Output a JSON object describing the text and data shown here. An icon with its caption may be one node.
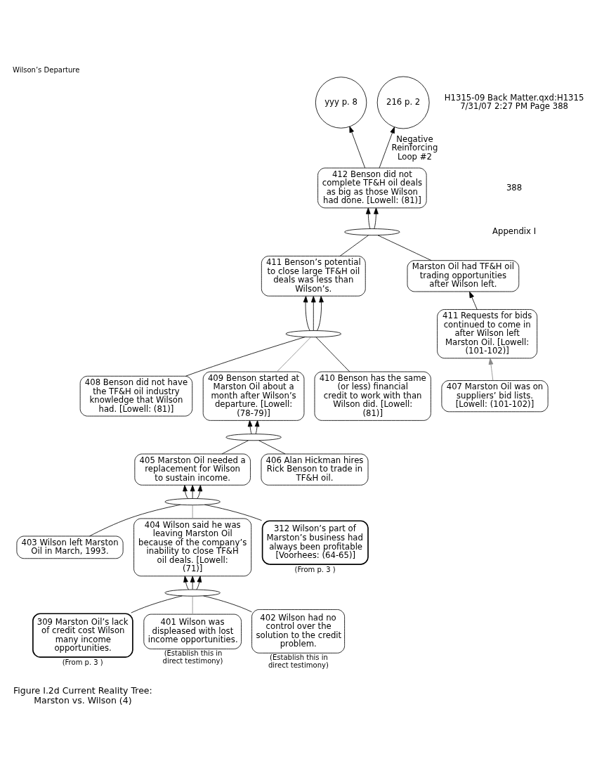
{
  "diagram": {
    "title": "Wilson’s Departure",
    "caption": "Figure I.2d Current Reality Tree: Marston vs. Wilson (4)",
    "nodes": [
      {
        "text": [
          "412 Benson did not complete TF&H oil deals as big as those Wilson had done. [Lowell: (81)]"
        ]
      },
      {
        "text": [
          "yyy p. 8"
        ]
      },
      {
        "text": [],
        "shape": "ellipse"
      },
      {
        "text": [
          "411 Benson’s potential to close large TF&H oil deals was less than Wilson’s."
        ]
      },
      {
        "text": [
          "Marston Oil had TF&H oil trading opportunities after Wilson left."
        ]
      },
      {
        "text": [
          "216 p. 2"
        ]
      },
      {
        "text": [],
        "shape": "ellipse"
      },
      {
        "text": [
          "408 Benson did not have the TF&H oil industry knowledge that Wilson had. [Lowell: (81)]"
        ]
      },
      {
        "text": [
          "409 Benson started at Marston Oil about a month after Wilson’s departure. [Lowell: (78-79)]"
        ]
      },
      {
        "text": [
          "410 Benson has the same (or less) financial credit to work with than Wilson did. [Lowell: (81)]"
        ]
      },
      {
        "text": [
          "411 Requests for bids continued to come in after Wilson left Marston Oil. [Lowell: (101-102)]"
        ]
      },
      {
        "text": [],
        "shape": "ellipse"
      },
      {
        "text": [
          "405 Marston Oil needed a replacement for Wilson to sustain income."
        ]
      },
      {
        "text": [
          "406 Alan Hickman hires Rick Benson to trade in TF&H oil."
        ]
      },
      {
        "text": [
          "407 Marston Oil was on suppliers’ bid lists. [Lowell: (101-102)]"
        ]
      },
      {
        "text": [],
        "shape": "ellipse"
      },
      {
        "text": [
          "403 Wilson left Marston Oil in March, 1993."
        ]
      },
      {
        "text": [
          "404 Wilson said he was leaving Marston Oil because of the company’s inability to close TF&H oil deals. [Lowell: (71)]"
        ]
      },
      {
        "text": [
          "312 Wilson’s part of Marston’s business had always been profitable [Voorhees: (64-65)]"
        ],
        "beside": [
          "(From p. 3 )"
        ]
      },
      {
        "text": [],
        "shape": "ellipse"
      },
      {
        "text": [
          "309 Marston Oil’s lack of credit cost Wilson many income opportunities."
        ],
        "beside": [
          "(From p. 3 )"
        ]
      },
      {
        "text": [
          "401 Wilson was displeased with lost income opportunities."
        ],
        "beside": [
          "(Establish this in direct testimony)"
        ]
      },
      {
        "text": [
          "402 Wilson had no control over the solution to the credit problem."
        ],
        "beside": [
          "(Establish this in direct testimony)"
        ]
      }
    ],
    "edges": [
      {
        "from": 0,
        "to": 1,
        "arrow": "to"
      },
      {
        "from": 0,
        "to": 5,
        "arrow": "to",
        "label": "Negative Reinforcing Loop #2"
      },
      {
        "from": 3,
        "to": 2,
        "arrow": "none"
      },
      {
        "from": 4,
        "to": 2,
        "arrow": "none"
      },
      {
        "from": 2,
        "to": 0,
        "arrow": "to"
      },
      {
        "from": 2,
        "to": 0,
        "arrow": "to"
      },
      {
        "from": 10,
        "to": 4,
        "arrow": "to"
      },
      {
        "from": 14,
        "to": 10,
        "arrow": "to",
        "color": "#888888"
      },
      {
        "from": 7,
        "to": 6,
        "arrow": "none"
      },
      {
        "from": 8,
        "to": 6,
        "arrow": "none",
        "color": "#888888"
      },
      {
        "from": 9,
        "to": 6,
        "arrow": "none"
      },
      {
        "from": 6,
        "to": 3,
        "arrow": "to"
      },
      {
        "from": 6,
        "to": 3,
        "arrow": "to"
      },
      {
        "from": 6,
        "to": 3,
        "arrow": "to"
      },
      {
        "from": 12,
        "to": 11,
        "arrow": "none"
      },
      {
        "from": 13,
        "to": 11,
        "arrow": "none"
      },
      {
        "from": 11,
        "to": 8,
        "arrow": "to"
      },
      {
        "from": 11,
        "to": 8,
        "arrow": "to"
      },
      {
        "from": 16,
        "to": 15,
        "arrow": "none"
      },
      {
        "from": 17,
        "to": 15,
        "arrow": "none",
        "color": "#888888"
      },
      {
        "from": 18,
        "to": 15,
        "arrow": "none"
      },
      {
        "from": 15,
        "to": 12,
        "arrow": "to"
      },
      {
        "from": 15,
        "to": 12,
        "arrow": "to"
      },
      {
        "from": 15,
        "to": 12,
        "arrow": "to"
      },
      {
        "from": 20,
        "to": 19,
        "arrow": "none"
      },
      {
        "from": 21,
        "to": 19,
        "arrow": "none",
        "color": "#888888"
      },
      {
        "from": 22,
        "to": 19,
        "arrow": "none"
      },
      {
        "from": 19,
        "to": 17,
        "arrow": "to"
      },
      {
        "from": 19,
        "to": 17,
        "arrow": "to"
      },
      {
        "from": 19,
        "to": 17,
        "arrow": "to"
      }
    ],
    "labels": [
      "H1315-09 Back Matter.qxd:H1315 7/31/07 2:27 PM Page 388",
      "388",
      "Appendix I"
    ]
  }
}
